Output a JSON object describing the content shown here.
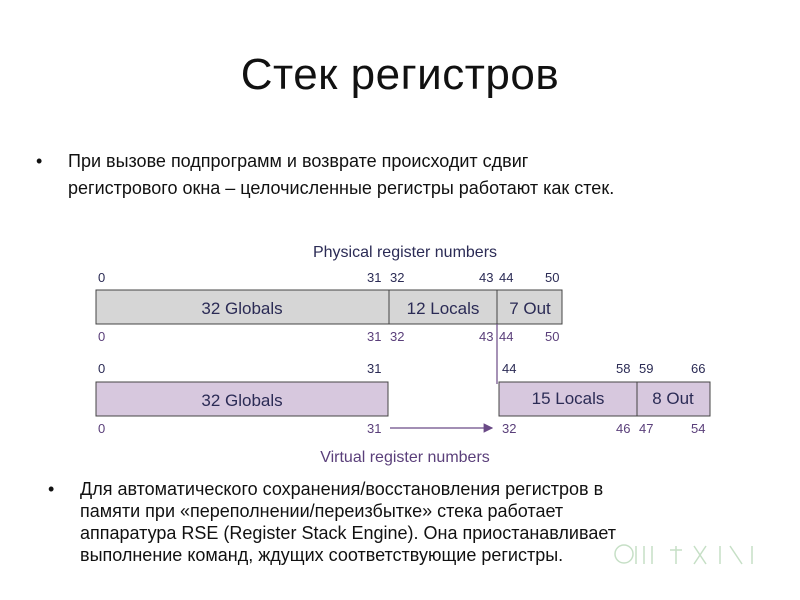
{
  "title": "Стек регистров",
  "bullet1": {
    "marker": "•",
    "lines": [
      "При вызове подпрограмм и возврате происходит сдвиг",
      "регистрового окна – целочисленные регистры работают как стек."
    ]
  },
  "diagram": {
    "physical_heading": "Physical register numbers",
    "virtual_heading": "Virtual register numbers",
    "physical": {
      "top_ticks": {
        "t0": "0",
        "t31": "31",
        "t32": "32",
        "t43": "43",
        "t44": "44",
        "t50": "50"
      },
      "blocks": {
        "globals": "32 Globals",
        "locals": "12 Locals",
        "out": "7 Out"
      },
      "bottom_ticks": {
        "t0": "0",
        "t31": "31",
        "t32": "32",
        "t43": "43",
        "t44": "44",
        "t50": "50"
      }
    },
    "virtual": {
      "top_ticks": {
        "t0": "0",
        "t31": "31",
        "t44": "44",
        "t58": "58",
        "t59": "59",
        "t66": "66"
      },
      "blocks": {
        "globals": "32 Globals",
        "locals": "15 Locals",
        "out": "8 Out"
      },
      "bottom_ticks": {
        "t0": "0",
        "t31": "31",
        "t32": "32",
        "t46": "46",
        "t47": "47",
        "t54": "54"
      }
    },
    "colors": {
      "physical_fill": "#d6d6d6",
      "virtual_fill": "#d7c8de",
      "label_color": "#2b2b55",
      "arrow_color": "#6a4a86"
    }
  },
  "bullet2": {
    "marker": "•",
    "lines": [
      "Для автоматического сохранения/восстановления регистров в",
      "памяти при «переполнении/переизбытке» стека работает",
      "аппаратура RSE (Register Stack Engine). Она приостанавливает",
      "выполнение команд, ждущих соответствующие регистры."
    ]
  }
}
